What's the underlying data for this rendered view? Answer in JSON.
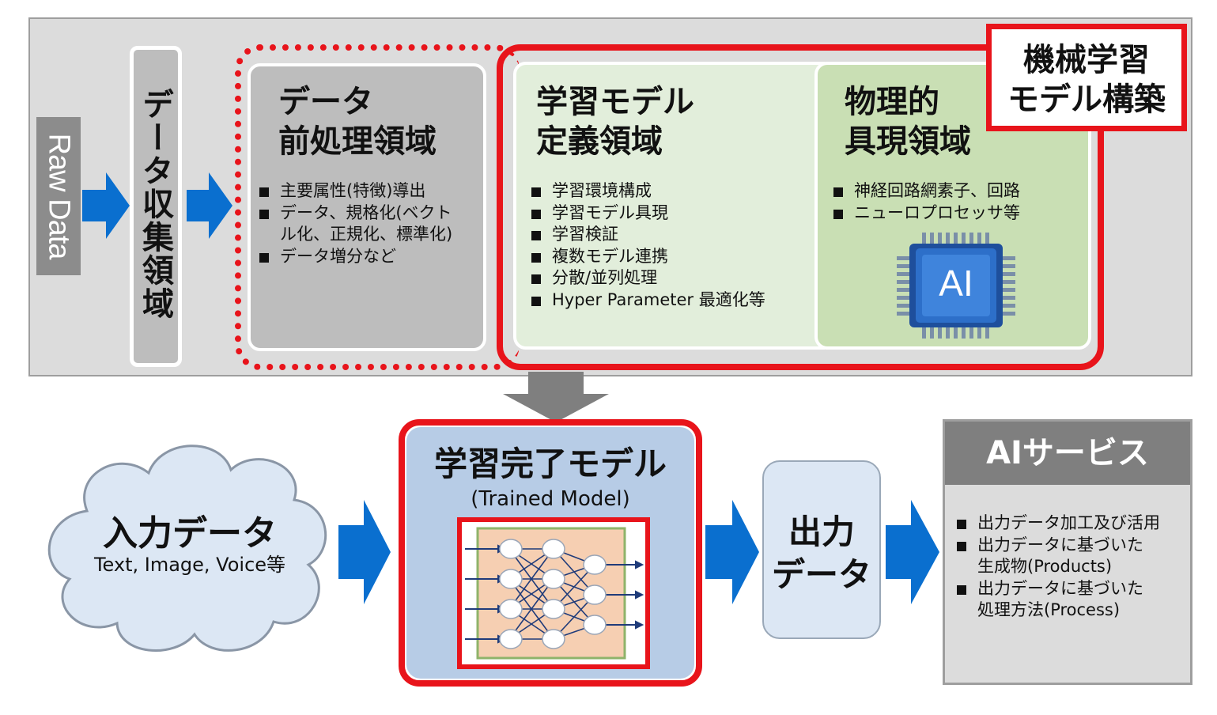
{
  "raw_data": "Raw Data",
  "collect_area": "データ収集領域",
  "preprocess": {
    "title_line1": "データ",
    "title_line2": "前処理領域",
    "bullets": [
      "主要属性(特徴)導出",
      "データ、規格化(ベクト",
      "ル化、正規化、標準化)",
      "データ増分など"
    ]
  },
  "model_def": {
    "title_line1": "学習モデル",
    "title_line2": "定義領域",
    "bullets": [
      "学習環境構成",
      "学習モデル具現",
      "学習検証",
      "複数モデル連携",
      "分散/並列処理",
      "Hyper Parameter 最適化等"
    ]
  },
  "physical": {
    "title_line1": "物理的",
    "title_line2": "具現領域",
    "bullets": [
      "神経回路網素子、回路",
      "ニューロプロセッサ等"
    ],
    "chip_label": "AI"
  },
  "ml_build": {
    "line1": "機械学習",
    "line2": "モデル構築"
  },
  "input": {
    "title": "入力データ",
    "subtitle": "Text, Image, Voice等"
  },
  "trained": {
    "title": "学習完了モデル",
    "subtitle": "(Trained Model)"
  },
  "output": {
    "line1": "出力",
    "line2": "データ"
  },
  "ai_service": {
    "title": "AIサービス",
    "bullets": [
      "出力データ加工及び活用",
      "出力データに基づいた",
      "生成物(Products)",
      "出力データに基づいた",
      "処理方法(Process)"
    ]
  },
  "colors": {
    "red": "#e8141b",
    "blue_arrow": "#0a6fcf",
    "gray_arrow": "#7f7f7f",
    "chip_blue": "#2d6fc9"
  }
}
